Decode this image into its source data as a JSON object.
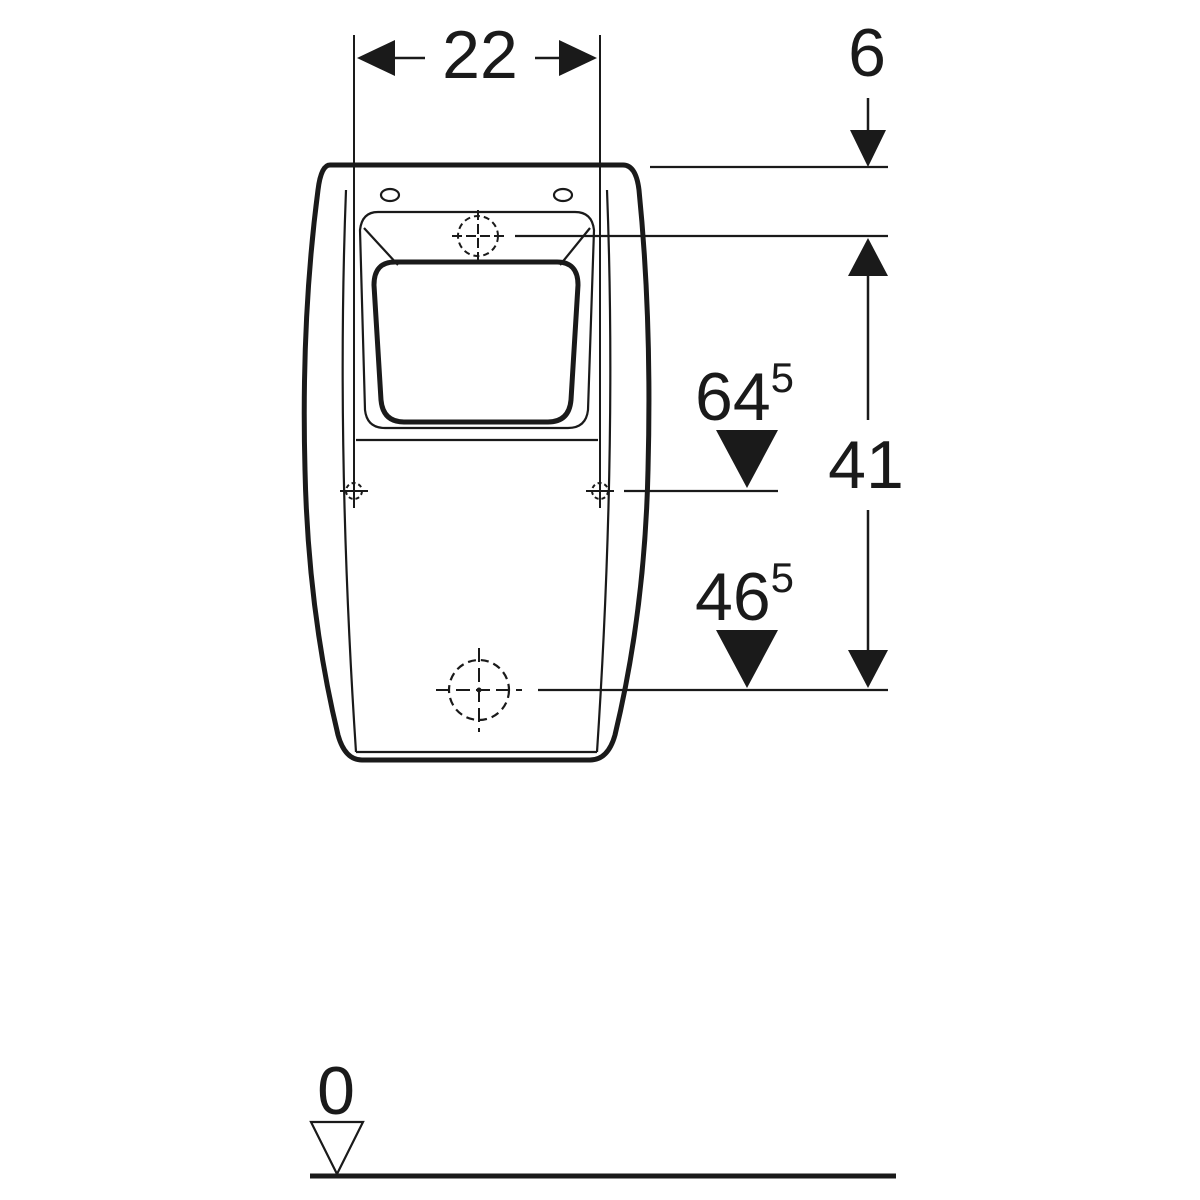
{
  "dimensions": {
    "width_between_fixings": "22",
    "top_offset": "6",
    "vertical_span": "41",
    "fixing_height_main": "64",
    "fixing_height_sup": "5",
    "outlet_height_main": "46",
    "outlet_height_sup": "5",
    "floor_level": "0"
  },
  "colors": {
    "line": "#1a1a1a",
    "background": "#ffffff"
  }
}
